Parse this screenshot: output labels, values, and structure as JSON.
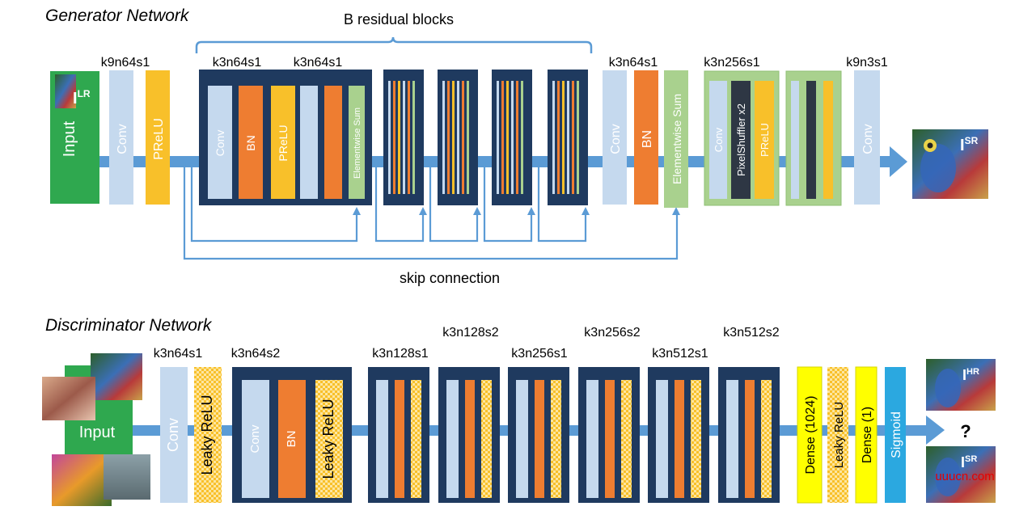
{
  "colors": {
    "navy": "#1f3a5f",
    "navy_dark": "#14294a",
    "light_blue": "#c5d9ee",
    "orange": "#ee7d31",
    "yellow": "#f8c02a",
    "green_light": "#a9d18e",
    "green_dark": "#2fa84f",
    "flow_blue": "#5b9bd5",
    "dense_yellow": "#ffff00",
    "sigmoid_blue": "#2ba8e0",
    "text": "#000000",
    "white": "#ffffff",
    "charcoal": "#2e3744"
  },
  "generator": {
    "title": "Generator Network",
    "residual_label": "B residual blocks",
    "skip_label": "skip connection",
    "specs": {
      "conv1": "k9n64s1",
      "res_conv1": "k3n64s1",
      "res_conv2": "k3n64s1",
      "post_conv": "k3n64s1",
      "upsample": "k3n256s1",
      "final_conv": "k9n3s1"
    },
    "labels": {
      "input": "Input",
      "input_tag": "I",
      "input_sup": "LR",
      "conv": "Conv",
      "prelu": "PReLU",
      "bn": "BN",
      "elementwise_sum": "Elementwise Sum",
      "pixelshuffler": "PixelShuffler x2",
      "output_tag": "I",
      "output_sup": "SR"
    }
  },
  "discriminator": {
    "title": "Discriminator Network",
    "specs": {
      "s1": "k3n64s1",
      "s2": "k3n64s2",
      "s3": "k3n128s1",
      "s4": "k3n128s2",
      "s5": "k3n256s1",
      "s6": "k3n256s2",
      "s7": "k3n512s1",
      "s8": "k3n512s2"
    },
    "labels": {
      "input": "Input",
      "conv": "Conv",
      "leaky_relu": "Leaky ReLU",
      "bn": "BN",
      "dense_1024": "Dense (1024)",
      "dense_1": "Dense (1)",
      "sigmoid": "Sigmoid",
      "question": "?",
      "hr_tag": "I",
      "hr_sup": "HR",
      "sr_tag": "I",
      "sr_sup": "SR"
    }
  },
  "watermark": "uuucn.com"
}
